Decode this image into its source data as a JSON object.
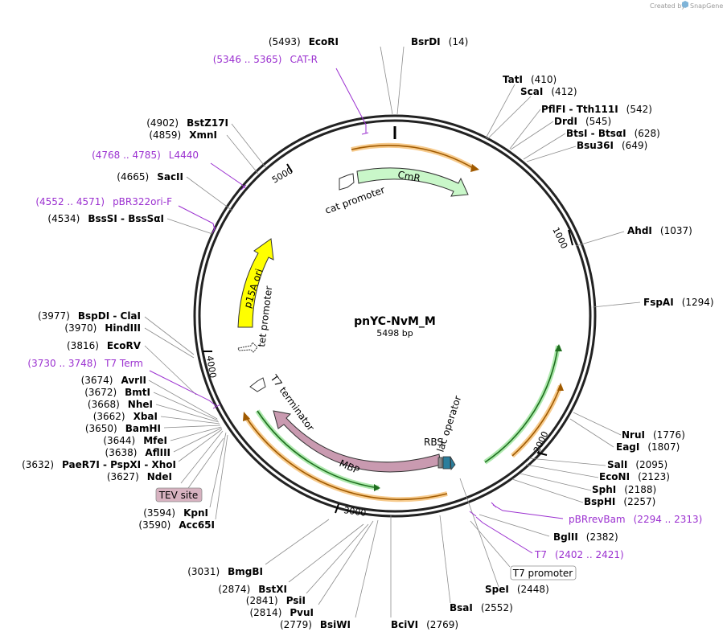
{
  "credit": {
    "created_by": "Created by",
    "brand": "SnapGene"
  },
  "plasmid": {
    "name": "pnYC-NvM_M",
    "size": "5498 bp",
    "length": 5498
  },
  "colors": {
    "primer": "#9b30d0",
    "cmr": "#c9f7c9",
    "p15a": "#ffff00",
    "mbp": "#c99ab0",
    "orange_orf": "#f0a030",
    "green_orf": "#228b22",
    "tev": "#d7b2c0"
  },
  "position_ticks": [
    "1000",
    "2000",
    "3000",
    "4000",
    "5000"
  ],
  "enzymes": [
    {
      "name": "EcoRI",
      "pos": "(5493)",
      "side": "left"
    },
    {
      "name": "BsrDI",
      "pos": "(14)",
      "side": "right"
    },
    {
      "name": "TatI",
      "pos": "(410)",
      "side": "right"
    },
    {
      "name": "ScaI",
      "pos": "(412)",
      "side": "right"
    },
    {
      "name": "PflFI  -  Tth111I",
      "pos": "(542)",
      "side": "right"
    },
    {
      "name": "DrdI",
      "pos": "(545)",
      "side": "right"
    },
    {
      "name": "BtsI  -  BtsαI",
      "pos": "(628)",
      "side": "right"
    },
    {
      "name": "Bsu36I",
      "pos": "(649)",
      "side": "right"
    },
    {
      "name": "AhdI",
      "pos": "(1037)",
      "side": "right"
    },
    {
      "name": "FspAI",
      "pos": "(1294)",
      "side": "right"
    },
    {
      "name": "NruI",
      "pos": "(1776)",
      "side": "right"
    },
    {
      "name": "EagI",
      "pos": "(1807)",
      "side": "right"
    },
    {
      "name": "SalI",
      "pos": "(2095)",
      "side": "right"
    },
    {
      "name": "EcoNI",
      "pos": "(2123)",
      "side": "right"
    },
    {
      "name": "SphI",
      "pos": "(2188)",
      "side": "right"
    },
    {
      "name": "BspHI",
      "pos": "(2257)",
      "side": "right"
    },
    {
      "name": "BglII",
      "pos": "(2382)",
      "side": "right"
    },
    {
      "name": "SpeI",
      "pos": "(2448)",
      "side": "right"
    },
    {
      "name": "BsaI",
      "pos": "(2552)",
      "side": "right"
    },
    {
      "name": "BciVI",
      "pos": "(2769)",
      "side": "right"
    },
    {
      "name": "BsiWI",
      "pos": "(2779)",
      "side": "left"
    },
    {
      "name": "PvuI",
      "pos": "(2814)",
      "side": "left"
    },
    {
      "name": "PsiI",
      "pos": "(2841)",
      "side": "left"
    },
    {
      "name": "BstXI",
      "pos": "(2874)",
      "side": "left"
    },
    {
      "name": "BmgBI",
      "pos": "(3031)",
      "side": "left"
    },
    {
      "name": "Acc65I",
      "pos": "(3590)",
      "side": "left"
    },
    {
      "name": "KpnI",
      "pos": "(3594)",
      "side": "left"
    },
    {
      "name": "NdeI",
      "pos": "(3627)",
      "side": "left"
    },
    {
      "name": "PaeR7I  -  PspXI  -  XhoI",
      "pos": "(3632)",
      "side": "left"
    },
    {
      "name": "AflIII",
      "pos": "(3638)",
      "side": "left"
    },
    {
      "name": "MfeI",
      "pos": "(3644)",
      "side": "left"
    },
    {
      "name": "BamHI",
      "pos": "(3650)",
      "side": "left"
    },
    {
      "name": "XbaI",
      "pos": "(3662)",
      "side": "left"
    },
    {
      "name": "NheI",
      "pos": "(3668)",
      "side": "left"
    },
    {
      "name": "BmtI",
      "pos": "(3672)",
      "side": "left"
    },
    {
      "name": "AvrII",
      "pos": "(3674)",
      "side": "left"
    },
    {
      "name": "EcoRV",
      "pos": "(3816)",
      "side": "left"
    },
    {
      "name": "HindIII",
      "pos": "(3970)",
      "side": "left"
    },
    {
      "name": "BspDI  -  ClaI",
      "pos": "(3977)",
      "side": "left"
    },
    {
      "name": "BssSI  -  BssSαI",
      "pos": "(4534)",
      "side": "left"
    },
    {
      "name": "SacII",
      "pos": "(4665)",
      "side": "left"
    },
    {
      "name": "XmnI",
      "pos": "(4859)",
      "side": "left"
    },
    {
      "name": "BstZ17I",
      "pos": "(4902)",
      "side": "left"
    }
  ],
  "primers": [
    {
      "name": "CAT-R",
      "range": "(5346 .. 5365)"
    },
    {
      "name": "L4440",
      "range": "(4768 .. 4785)"
    },
    {
      "name": "pBR322ori-F",
      "range": "(4552 .. 4571)"
    },
    {
      "name": "T7 Term",
      "range": "(3730 .. 3748)"
    },
    {
      "name": "pBRrevBam",
      "range": "(2294 .. 2313)"
    },
    {
      "name": "T7",
      "range": "(2402 .. 2421)"
    }
  ],
  "boxed_features": {
    "tev": "TEV site",
    "t7_promoter": "T7 promoter"
  },
  "features": {
    "cmr": "CmR",
    "cat_promoter": "cat promoter",
    "p15a": "p15A ori",
    "tet_promoter": "tet promoter",
    "t7_terminator": "T7 terminator",
    "mbp": "MBP",
    "rbs": "RBS",
    "lac_operator": "lac operator"
  }
}
